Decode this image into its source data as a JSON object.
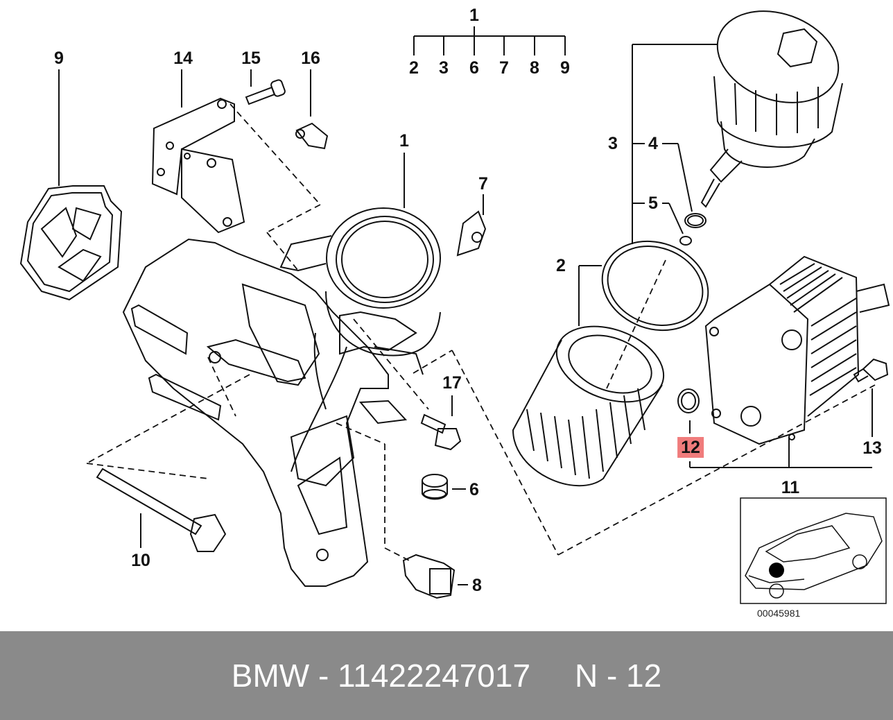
{
  "callouts": [
    {
      "id": "c1-top",
      "text": "1"
    },
    {
      "id": "c2-top",
      "text": "2"
    },
    {
      "id": "c3-top",
      "text": "3"
    },
    {
      "id": "c6-top",
      "text": "6"
    },
    {
      "id": "c7-top",
      "text": "7"
    },
    {
      "id": "c8-top",
      "text": "8"
    },
    {
      "id": "c9-top",
      "text": "9"
    },
    {
      "id": "c9",
      "text": "9"
    },
    {
      "id": "c14",
      "text": "14"
    },
    {
      "id": "c15",
      "text": "15"
    },
    {
      "id": "c16",
      "text": "16"
    },
    {
      "id": "c1",
      "text": "1"
    },
    {
      "id": "c7",
      "text": "7"
    },
    {
      "id": "c3",
      "text": "3"
    },
    {
      "id": "c4",
      "text": "4"
    },
    {
      "id": "c5",
      "text": "5"
    },
    {
      "id": "c2",
      "text": "2"
    },
    {
      "id": "c17",
      "text": "17"
    },
    {
      "id": "c12",
      "text": "12",
      "highlight": true
    },
    {
      "id": "c13",
      "text": "13"
    },
    {
      "id": "c11",
      "text": "11"
    },
    {
      "id": "c6",
      "text": "6"
    },
    {
      "id": "c10",
      "text": "10"
    },
    {
      "id": "c8",
      "text": "8"
    }
  ],
  "diagram_code": "00045981",
  "footer": {
    "text": "BMW - 11422247017     N - 12"
  },
  "colors": {
    "highlight": "#f07c7c",
    "footer_bg": "#8a8a8a",
    "line": "#111111"
  }
}
